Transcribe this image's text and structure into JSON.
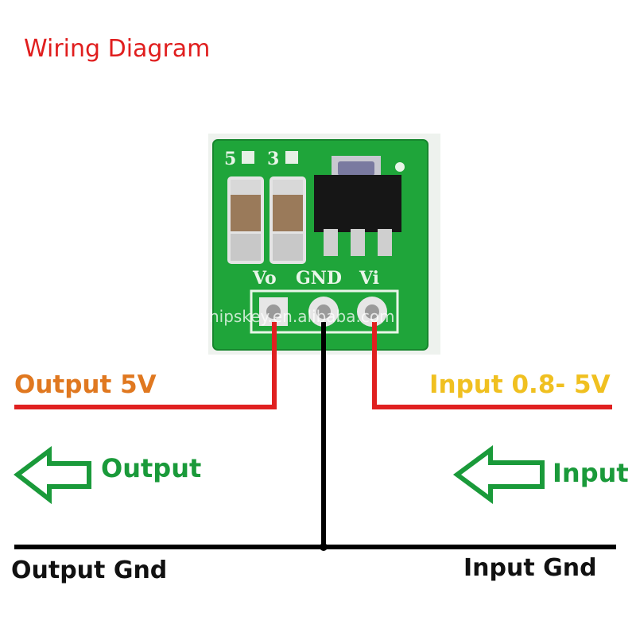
{
  "title": "Wiring Diagram",
  "labels": {
    "output_voltage": "Output 5V",
    "input_voltage": "Input 0.8- 5V",
    "output_arrow": "Output",
    "input_arrow": "Input",
    "output_gnd": "Output Gnd",
    "input_gnd": "Input Gnd"
  },
  "board": {
    "silkscreen_top_left": "5",
    "silkscreen_top_mid": "3",
    "pin_vo": "Vo",
    "pin_gnd": "GND",
    "pin_vi": "Vi"
  },
  "watermark": "chipskey.en.alibaba.com",
  "colors": {
    "title": "#e01e1e",
    "wire_red": "#e02020",
    "wire_black": "#000000",
    "pcb_green": "#1fa53a",
    "arrow_green": "#1a9a3a",
    "output_text": "#e07820",
    "input_text": "#f0c020"
  },
  "icons": {
    "output_arrow": "arrow-left-icon",
    "input_arrow": "arrow-left-icon"
  }
}
